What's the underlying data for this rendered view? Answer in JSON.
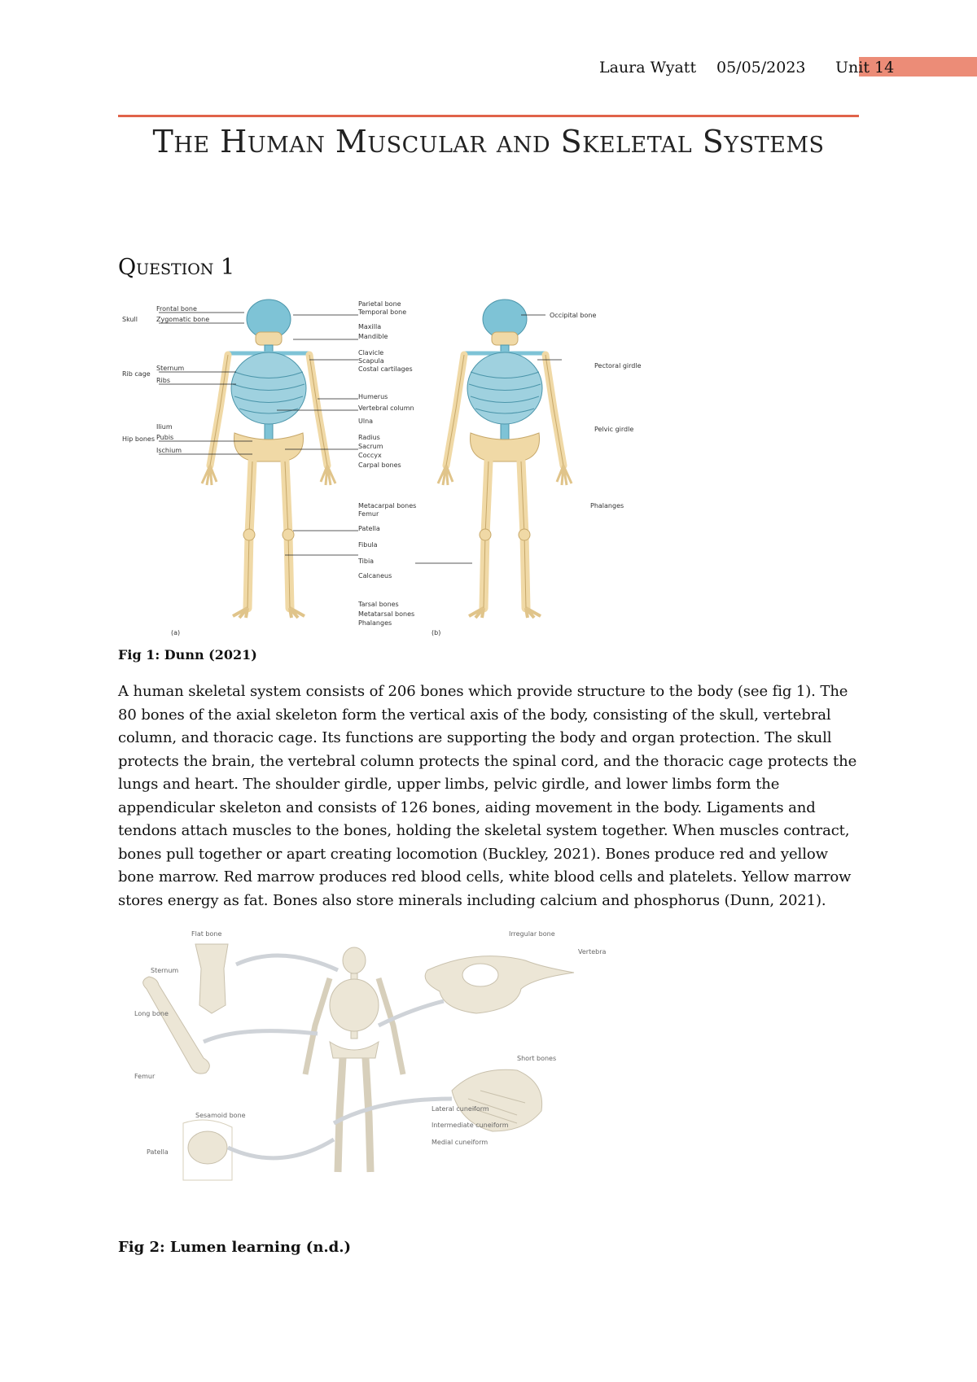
{
  "header": {
    "author": "Laura Wyatt",
    "date": "05/05/2023",
    "unit": "Unit 14"
  },
  "title": "The Human Muscular and Skeletal Systems",
  "section": {
    "heading": "Question 1"
  },
  "figure1": {
    "caption": "Fig 1: Dunn (2021)",
    "icon": "skeleton-anterior-posterior-diagram",
    "labels_left": [
      "Skull",
      "Frontal bone",
      "Zygomatic bone",
      "Rib cage",
      "Sternum",
      "Ribs",
      "Hip bones",
      "Ilium",
      "Pubis",
      "Ischium"
    ],
    "labels_center": [
      "Parietal bone",
      "Temporal bone",
      "Maxilla",
      "Mandible",
      "Clavicle",
      "Scapula",
      "Costal cartilages",
      "Humerus",
      "Vertebral column",
      "Ulna",
      "Radius",
      "Sacrum",
      "Coccyx",
      "Carpal bones",
      "Metacarpal bones",
      "Femur",
      "Patella",
      "Fibula",
      "Tibia",
      "Calcaneus",
      "Tarsal bones",
      "Metatarsal bones",
      "Phalanges"
    ],
    "labels_right": [
      "Occipital bone",
      "Pectoral girdle",
      "Pelvic girdle",
      "Phalanges"
    ],
    "sub_a": "(a)",
    "sub_b": "(b)",
    "colors": {
      "highlight": "#7ec3d6",
      "bone": "#f0d9a6"
    }
  },
  "paragraph": "A human skeletal system consists of 206 bones which provide structure to the body (see fig 1). The 80 bones of the axial skeleton form the vertical axis of the body, consisting of the skull, vertebral column, and thoracic cage. Its functions are supporting the body and organ protection. The skull protects the brain, the vertebral column protects the spinal cord, and the thoracic cage protects the lungs and heart. The shoulder girdle, upper limbs, pelvic girdle, and lower limbs form the appendicular skeleton and consists of 126 bones, aiding movement in the body. Ligaments and tendons attach muscles to the bones, holding the skeletal system together. When muscles contract, bones pull together or apart creating locomotion (Buckley, 2021). Bones produce red and yellow bone marrow. Red marrow produces red blood cells, white blood cells and platelets. Yellow marrow stores energy as fat. Bones also store minerals including calcium and phosphorus (Dunn, 2021).",
  "figure2": {
    "caption": "Fig 2: Lumen learning (n.d.)",
    "icon": "bone-classification-diagram",
    "labels": {
      "flat": "Flat bone",
      "sternum": "Sternum",
      "irregular": "Irregular bone",
      "vertebra": "Vertebra",
      "long": "Long bone",
      "femur": "Femur",
      "short": "Short bones",
      "lateral": "Lateral cuneiform",
      "intermediate": "Intermediate cuneiform",
      "medial": "Medial cuneiform",
      "sesamoid": "Sesamoid bone",
      "patella": "Patella"
    },
    "colors": {
      "bone": "#ece6d6",
      "arrow": "#cfd3d8"
    }
  }
}
